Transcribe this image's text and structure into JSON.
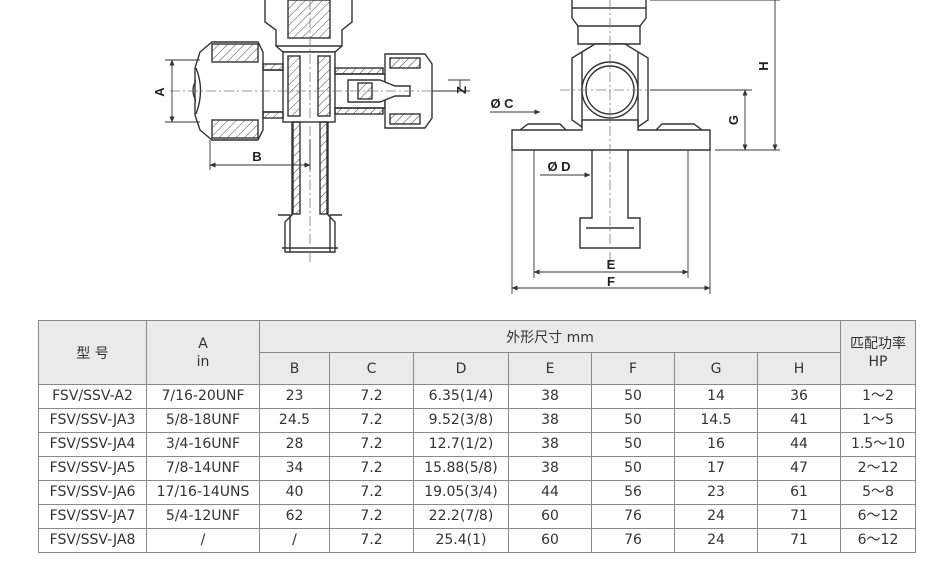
{
  "drawing": {
    "left_labels": {
      "a": "A",
      "b": "B",
      "z": "Z"
    },
    "right_labels": {
      "c": "Ø C",
      "d": "Ø D",
      "e": "E",
      "f": "F",
      "g": "G",
      "h": "H"
    }
  },
  "table": {
    "header": {
      "model": "型 号",
      "a_line1": "A",
      "a_line2": "in",
      "group": "外形尺寸 mm",
      "power_line1": "匹配功率",
      "power_line2": "HP",
      "cols": [
        "B",
        "C",
        "D",
        "E",
        "F",
        "G",
        "H"
      ]
    },
    "rows": [
      [
        "FSV/SSV-A2",
        "7/16-20UNF",
        "23",
        "7.2",
        "6.35(1/4)",
        "38",
        "50",
        "14",
        "36",
        "1～2"
      ],
      [
        "FSV/SSV-JA3",
        "5/8-18UNF",
        "24.5",
        "7.2",
        "9.52(3/8)",
        "38",
        "50",
        "14.5",
        "41",
        "1～5"
      ],
      [
        "FSV/SSV-JA4",
        "3/4-16UNF",
        "28",
        "7.2",
        "12.7(1/2)",
        "38",
        "50",
        "16",
        "44",
        "1.5～10"
      ],
      [
        "FSV/SSV-JA5",
        "7/8-14UNF",
        "34",
        "7.2",
        "15.88(5/8)",
        "38",
        "50",
        "17",
        "47",
        "2～12"
      ],
      [
        "FSV/SSV-JA6",
        "17/16-14UNS",
        "40",
        "7.2",
        "19.05(3/4)",
        "44",
        "56",
        "23",
        "61",
        "5～8"
      ],
      [
        "FSV/SSV-JA7",
        "5/4-12UNF",
        "62",
        "7.2",
        "22.2(7/8)",
        "60",
        "76",
        "24",
        "71",
        "6～12"
      ],
      [
        "FSV/SSV-JA8",
        "/",
        "/",
        "7.2",
        "25.4(1)",
        "60",
        "76",
        "24",
        "71",
        "6～12"
      ]
    ]
  }
}
